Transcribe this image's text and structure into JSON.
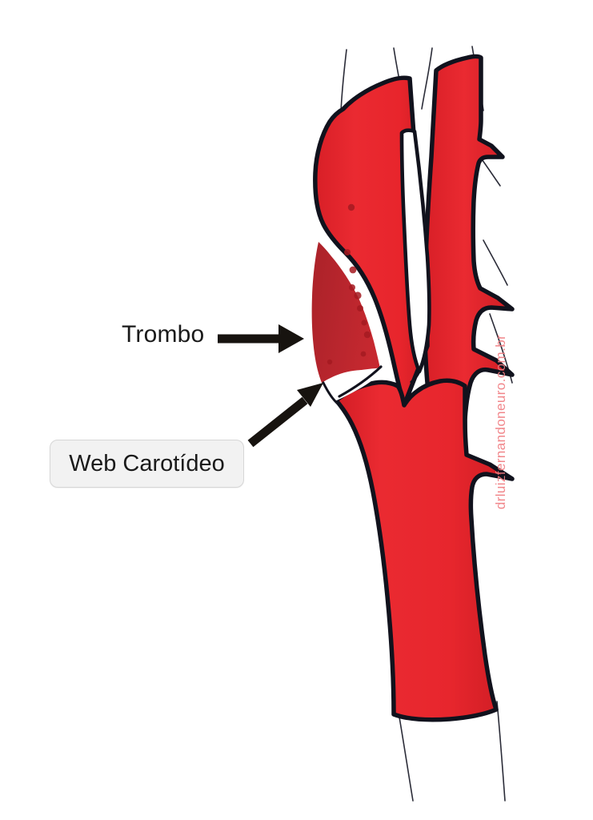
{
  "illustration": {
    "title": "Carotid web with thrombus illustration",
    "background_color": "#ffffff",
    "vessel_fill_color": "#e8232a",
    "vessel_outline_color": "#11121d",
    "thrombus_color": "#b51e26",
    "lumen_color": "#ffffff"
  },
  "labels": {
    "trombo": {
      "text": "Trombo",
      "color": "#1a1a1a"
    },
    "web_carotideo": {
      "text": "Web Carotídeo",
      "color": "#1a1a1a",
      "box_fill": "#f2f2f2",
      "box_border": "#d6d6d6"
    }
  },
  "arrows": {
    "trombo_arrow": {
      "name": "horizontal arrow pointing right",
      "color": "#17130f"
    },
    "web_arrow": {
      "name": "diagonal arrow pointing up-right",
      "color": "#17130f"
    }
  },
  "watermark": {
    "text": "drluizfernandoneuro.com.br",
    "color": "#f07d82",
    "rotation_degrees": -90
  },
  "anatomy": {
    "internal_carotid_artery": "left upper branch containing the thrombus",
    "external_carotid_artery": "right upper branch with small side branch stubs",
    "common_carotid_artery": "lower trunk vessel below the bifurcation",
    "carotid_web": "white shelf-like notch at the posterior bulb wall",
    "thrombus": "dark red triangular clot adherent above the web"
  }
}
